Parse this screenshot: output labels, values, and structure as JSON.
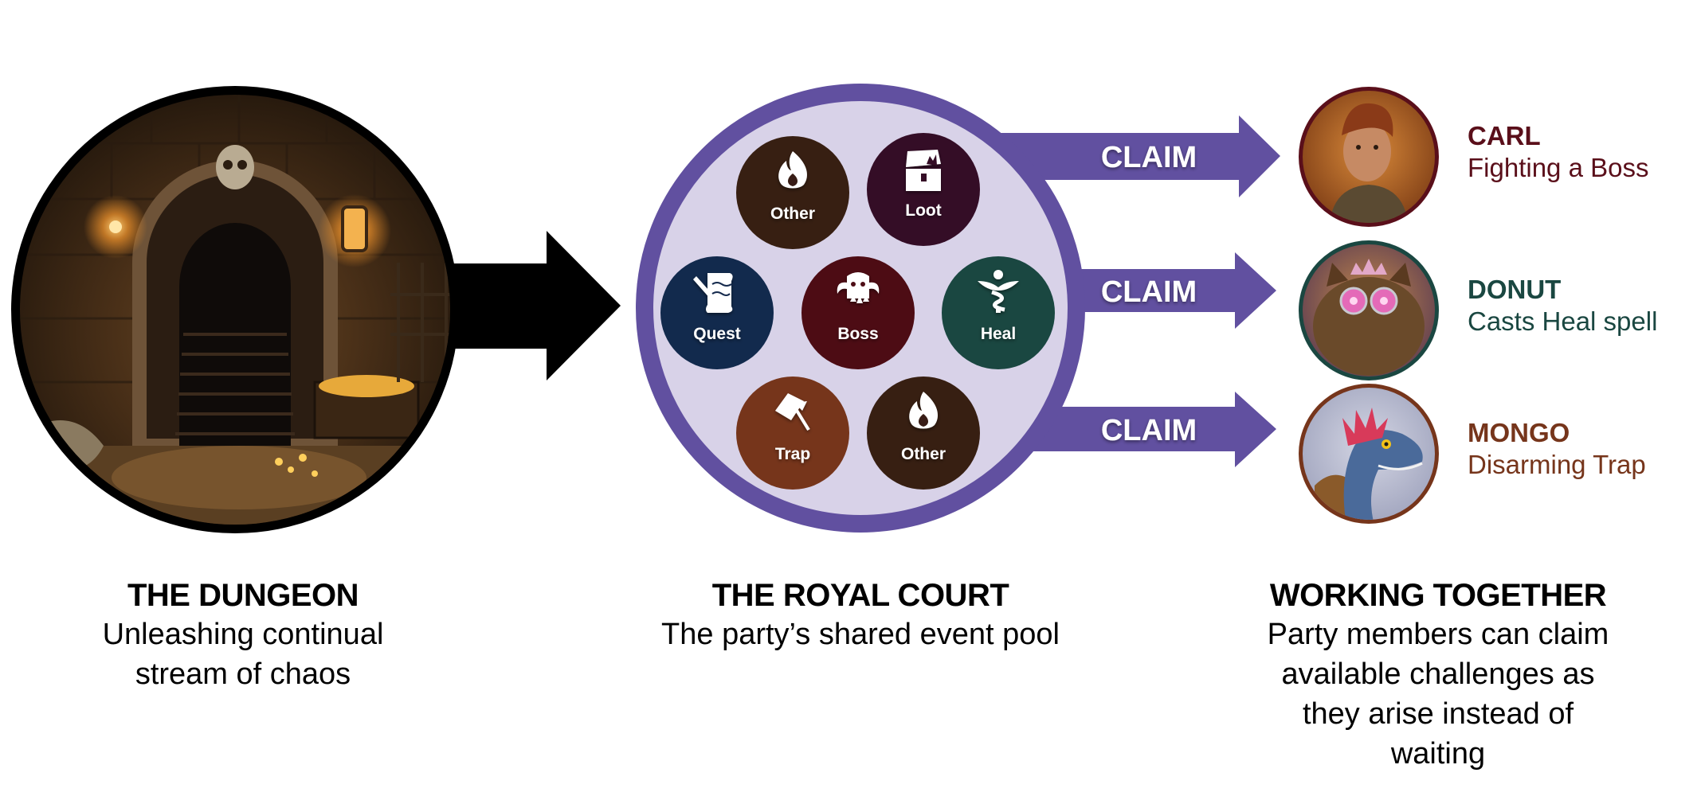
{
  "colors": {
    "court_border": "#6150a0",
    "court_fill": "#d8d2e8",
    "claim_arrow": "#6150a0",
    "flow_arrow": "#000000",
    "dungeon_border": "#000000"
  },
  "dungeon": {
    "image_alt": "dungeon-scene",
    "title": "THE DUNGEON",
    "desc_lines": [
      "Unleashing continual",
      "stream of chaos"
    ]
  },
  "court": {
    "title": "THE ROYAL COURT",
    "desc_lines": [
      "The party’s shared event pool"
    ],
    "events": [
      {
        "label": "Other",
        "icon": "fire-icon",
        "color": "#371f12"
      },
      {
        "label": "Loot",
        "icon": "treasure-chest-icon",
        "color": "#340d26"
      },
      {
        "label": "Quest",
        "icon": "quest-scroll-icon",
        "color": "#122a4d"
      },
      {
        "label": "Boss",
        "icon": "monster-skull-icon",
        "color": "#4d0c14"
      },
      {
        "label": "Heal",
        "icon": "caduceus-icon",
        "color": "#1a4741"
      },
      {
        "label": "Trap",
        "icon": "trap-icon",
        "color": "#76351b"
      },
      {
        "label": "Other",
        "icon": "fire-icon",
        "color": "#371f12"
      }
    ]
  },
  "claims": [
    {
      "label": "CLAIM"
    },
    {
      "label": "CLAIM"
    },
    {
      "label": "CLAIM"
    }
  ],
  "party": {
    "title": "WORKING TOGETHER",
    "desc_lines": [
      "Party members can claim",
      "available challenges as",
      "they arise instead of",
      "waiting"
    ],
    "members": [
      {
        "name": "CARL",
        "action": "Fighting a Boss",
        "color": "#5a0f1a",
        "portrait": "human-warrior-portrait"
      },
      {
        "name": "DONUT",
        "action": "Casts Heal spell",
        "color": "#1a4741",
        "portrait": "cat-with-tiara-portrait"
      },
      {
        "name": "MONGO",
        "action": "Disarming Trap",
        "color": "#76351b",
        "portrait": "raptor-portrait"
      }
    ]
  }
}
